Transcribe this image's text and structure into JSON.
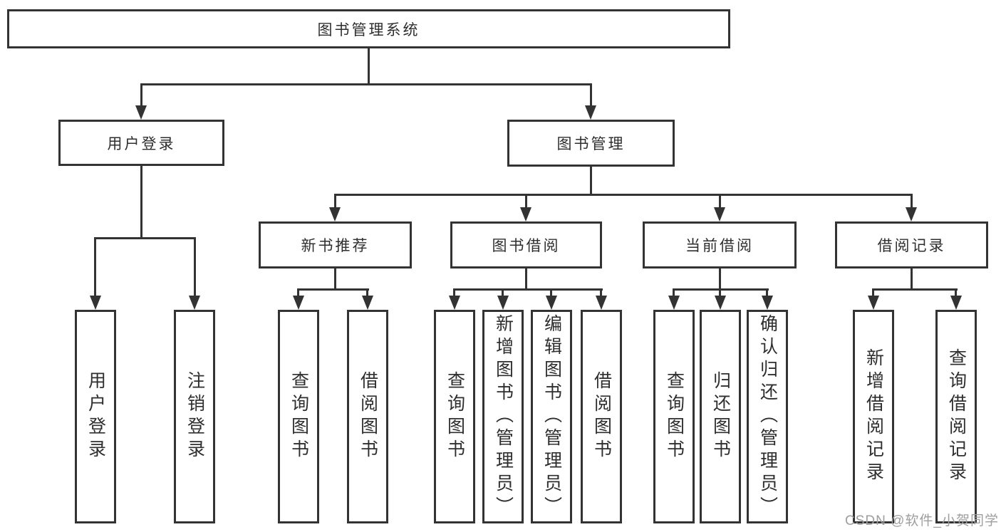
{
  "tree": {
    "root": "图书管理系统",
    "children": [
      {
        "label": "用户登录",
        "children": [
          {
            "label": "用户登录"
          },
          {
            "label": "注销登录"
          }
        ]
      },
      {
        "label": "图书管理",
        "children": [
          {
            "label": "新书推荐",
            "children": [
              {
                "label": "查询图书"
              },
              {
                "label": "借阅图书"
              }
            ]
          },
          {
            "label": "图书借阅",
            "children": [
              {
                "label": "查询图书"
              },
              {
                "label": "新增图书（管理员）"
              },
              {
                "label": "编辑图书（管理员）"
              },
              {
                "label": "借阅图书"
              }
            ]
          },
          {
            "label": "当前借阅",
            "children": [
              {
                "label": "查询图书"
              },
              {
                "label": "归还图书"
              },
              {
                "label": "确认归还（管理员）"
              }
            ]
          },
          {
            "label": "借阅记录",
            "children": [
              {
                "label": "新增借阅记录"
              },
              {
                "label": "查询借阅记录"
              }
            ]
          }
        ]
      }
    ]
  },
  "watermark": {
    "text": "CSDN @软件_小贺同学"
  },
  "colors": {
    "line": "#333333",
    "text": "#2e2e2e",
    "background": "#ffffff",
    "watermark": "#9e9e9e"
  }
}
